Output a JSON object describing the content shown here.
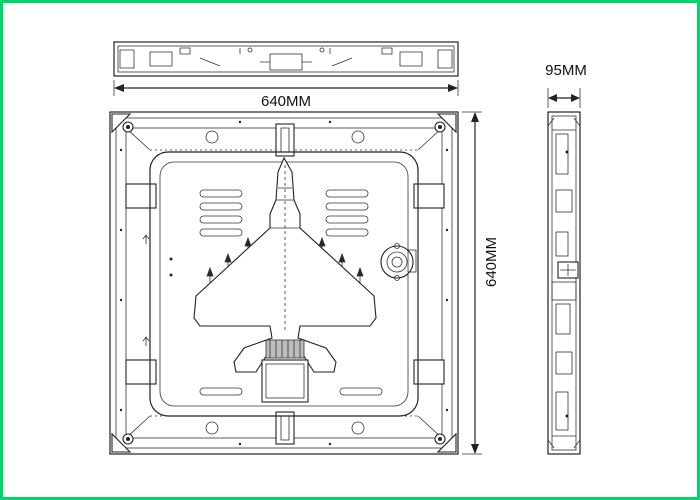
{
  "dimensions": {
    "width_label": "640MM",
    "height_label": "640MM",
    "depth_label": "95MM"
  }
}
